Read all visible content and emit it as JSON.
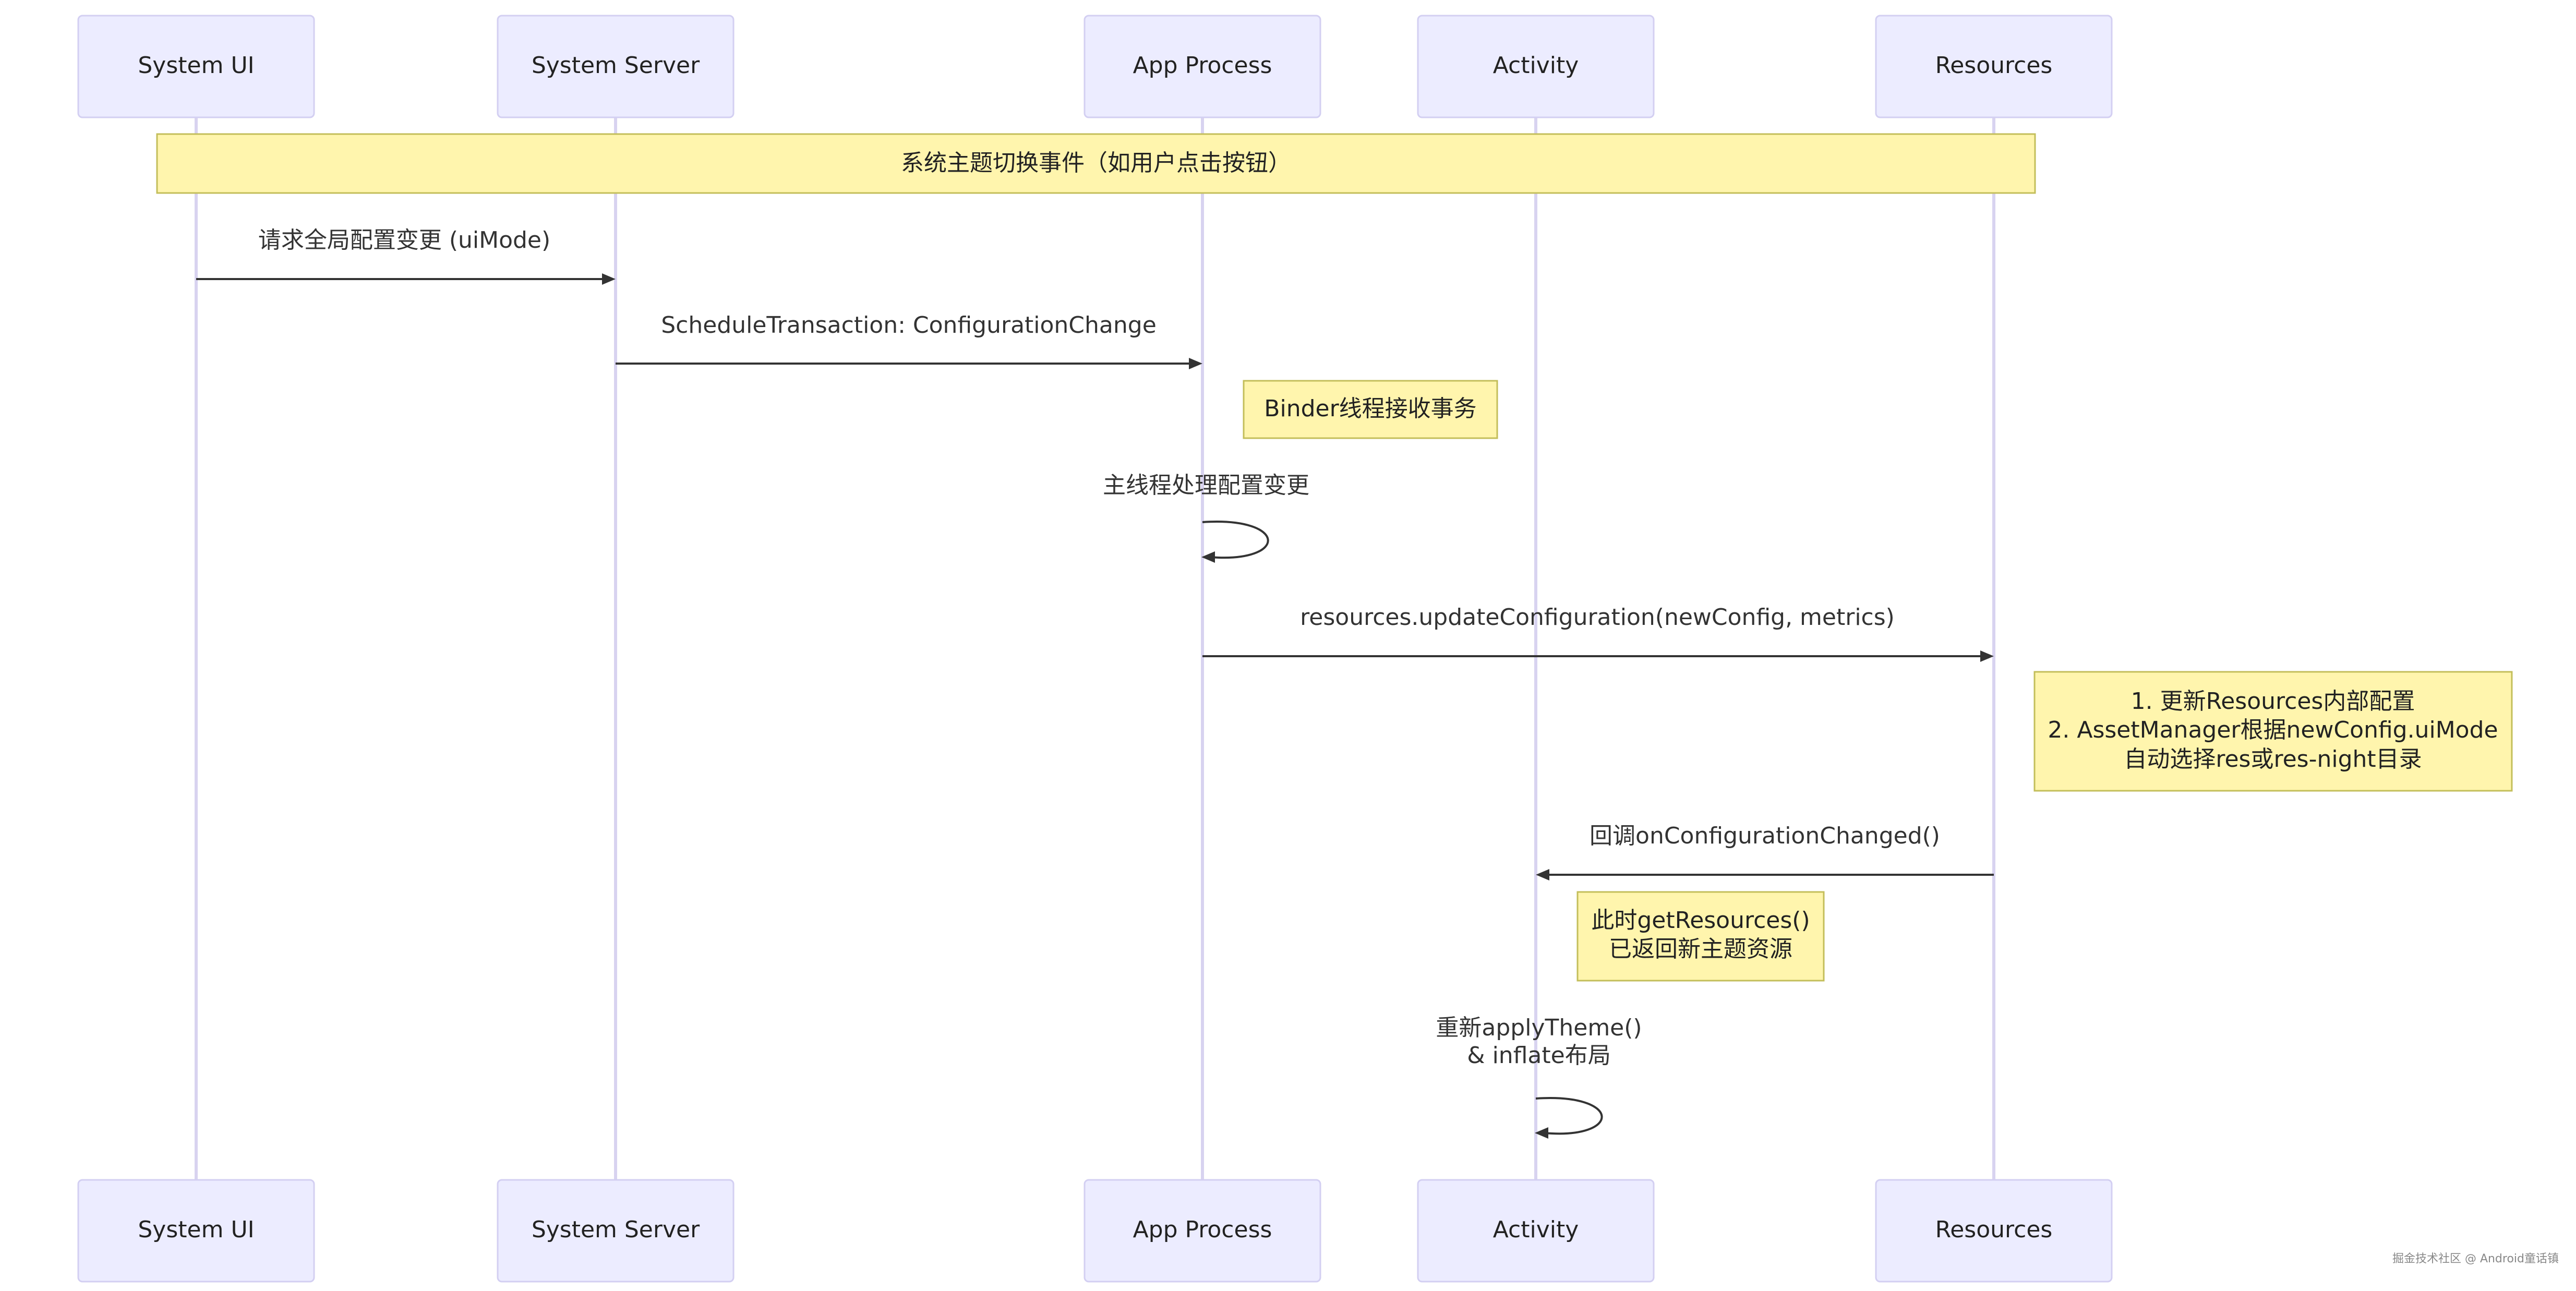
{
  "participants": [
    {
      "id": "system-ui",
      "label": "System UI"
    },
    {
      "id": "system-server",
      "label": "System Server"
    },
    {
      "id": "app-process",
      "label": "App Process"
    },
    {
      "id": "activity",
      "label": "Activity"
    },
    {
      "id": "resources",
      "label": "Resources"
    }
  ],
  "notes": {
    "theme_switch_event": "系统主题切换事件（如用户点击按钮）",
    "binder_thread": "Binder线程接收事务",
    "resources_update": [
      "1. 更新Resources内部配置",
      "2. AssetManager根据newConfig.uiMode",
      "自动选择res或res-night目录"
    ],
    "get_resources": [
      "此时getResources()",
      "已返回新主题资源"
    ]
  },
  "messages": {
    "request_config_change": "请求全局配置变更 (uiMode)",
    "schedule_transaction": "ScheduleTransaction: ConfigurationChange",
    "main_thread_handle": "主线程处理配置变更",
    "update_configuration": "resources.updateConfiguration(newConfig, metrics)",
    "callback_config_changed": "回调onConfigurationChanged()",
    "reapply_theme": [
      "重新applyTheme()",
      "& inflate布局"
    ]
  },
  "watermark": "掘金技术社区 @ Android童话镇",
  "colors": {
    "actor_fill": "#ECECFF",
    "actor_border": "#d3cff2",
    "note_fill": "#FFF5AD",
    "note_border": "#c3be5a",
    "lifeline": "#d8d3f0",
    "arrow": "#333333"
  }
}
